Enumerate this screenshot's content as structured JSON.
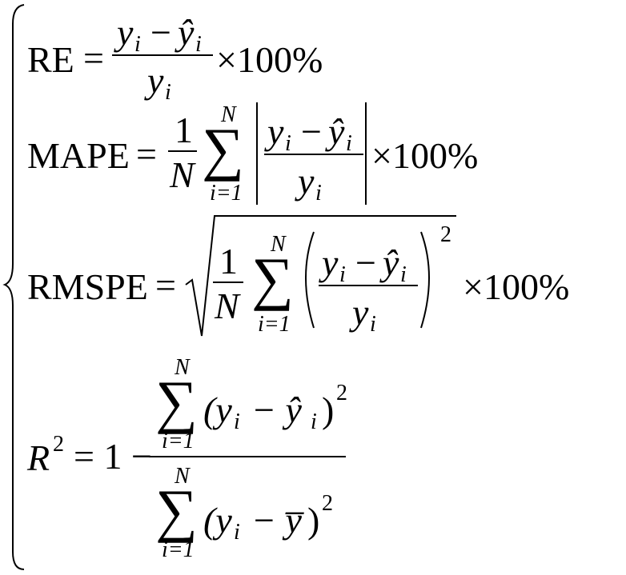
{
  "equations": {
    "re": {
      "label": "RE",
      "eq": "=",
      "num_y": "y",
      "num_minus": "−",
      "num_yhat": "ŷ",
      "sub_i": "i",
      "den_y": "y",
      "times": "×100%"
    },
    "mape": {
      "label": "MAPE",
      "eq": "=",
      "one": "1",
      "n": "N",
      "sum": "∑",
      "upper": "N",
      "lower": "i=1",
      "num_y": "y",
      "num_minus": "−",
      "num_yhat": "ŷ",
      "sub_i": "i",
      "den_y": "y",
      "times": "×100%"
    },
    "rmspe": {
      "label": "RMSPE",
      "eq": "=",
      "one": "1",
      "n": "N",
      "sum": "∑",
      "upper": "N",
      "lower": "i=1",
      "num_y": "y",
      "num_minus": "−",
      "num_yhat": "ŷ",
      "sub_i": "i",
      "den_y": "y",
      "power": "2",
      "lparen": "(",
      "rparen": ")",
      "times": "×100%"
    },
    "r2": {
      "label": "R",
      "power": "2",
      "eq": "= 1 −",
      "sum": "∑",
      "upper": "N",
      "lower": "i=1",
      "num_expr_y": "(y",
      "num_expr_rest": "− ŷ",
      "close": ")",
      "sub_i": "i",
      "den_expr_y": "(y",
      "den_expr_rest": "− y̅",
      "den_close": ")"
    }
  }
}
